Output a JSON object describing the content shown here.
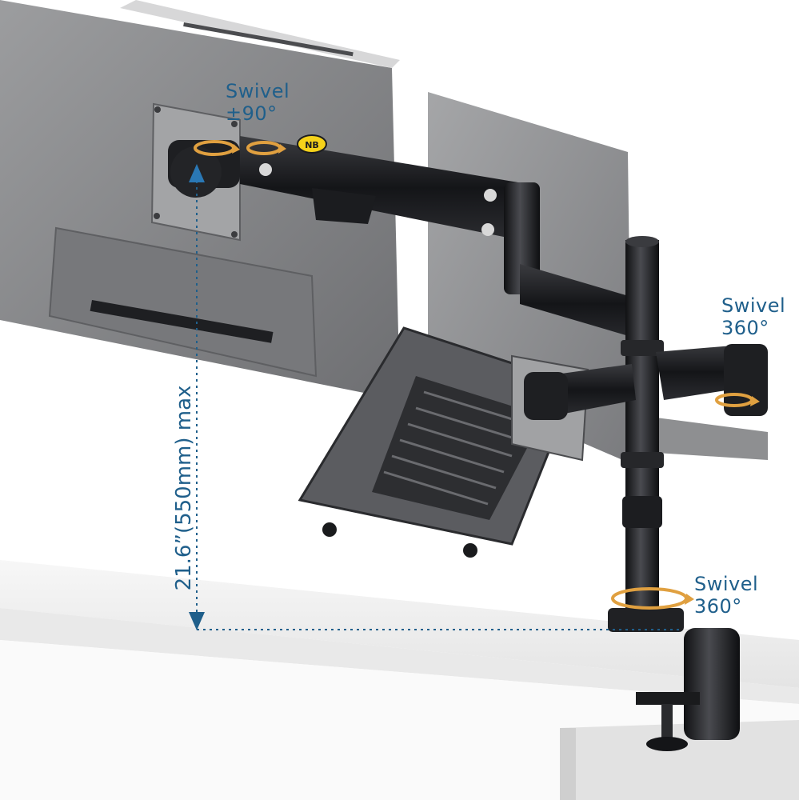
{
  "callouts": {
    "top": {
      "line1": "Swivel",
      "line2": "±90°"
    },
    "right": {
      "line1": "Swivel",
      "line2": "360°"
    },
    "base": {
      "line1": "Swivel",
      "line2": "360°"
    }
  },
  "height_label": "21.6”(550mm) max",
  "badge": "NB",
  "colors": {
    "accent": "#1f5f8b",
    "arrow": "#e0a040",
    "desk": "#f3f3f3",
    "arm": "#1b1c1f",
    "monitor": "#8a8b8d"
  }
}
